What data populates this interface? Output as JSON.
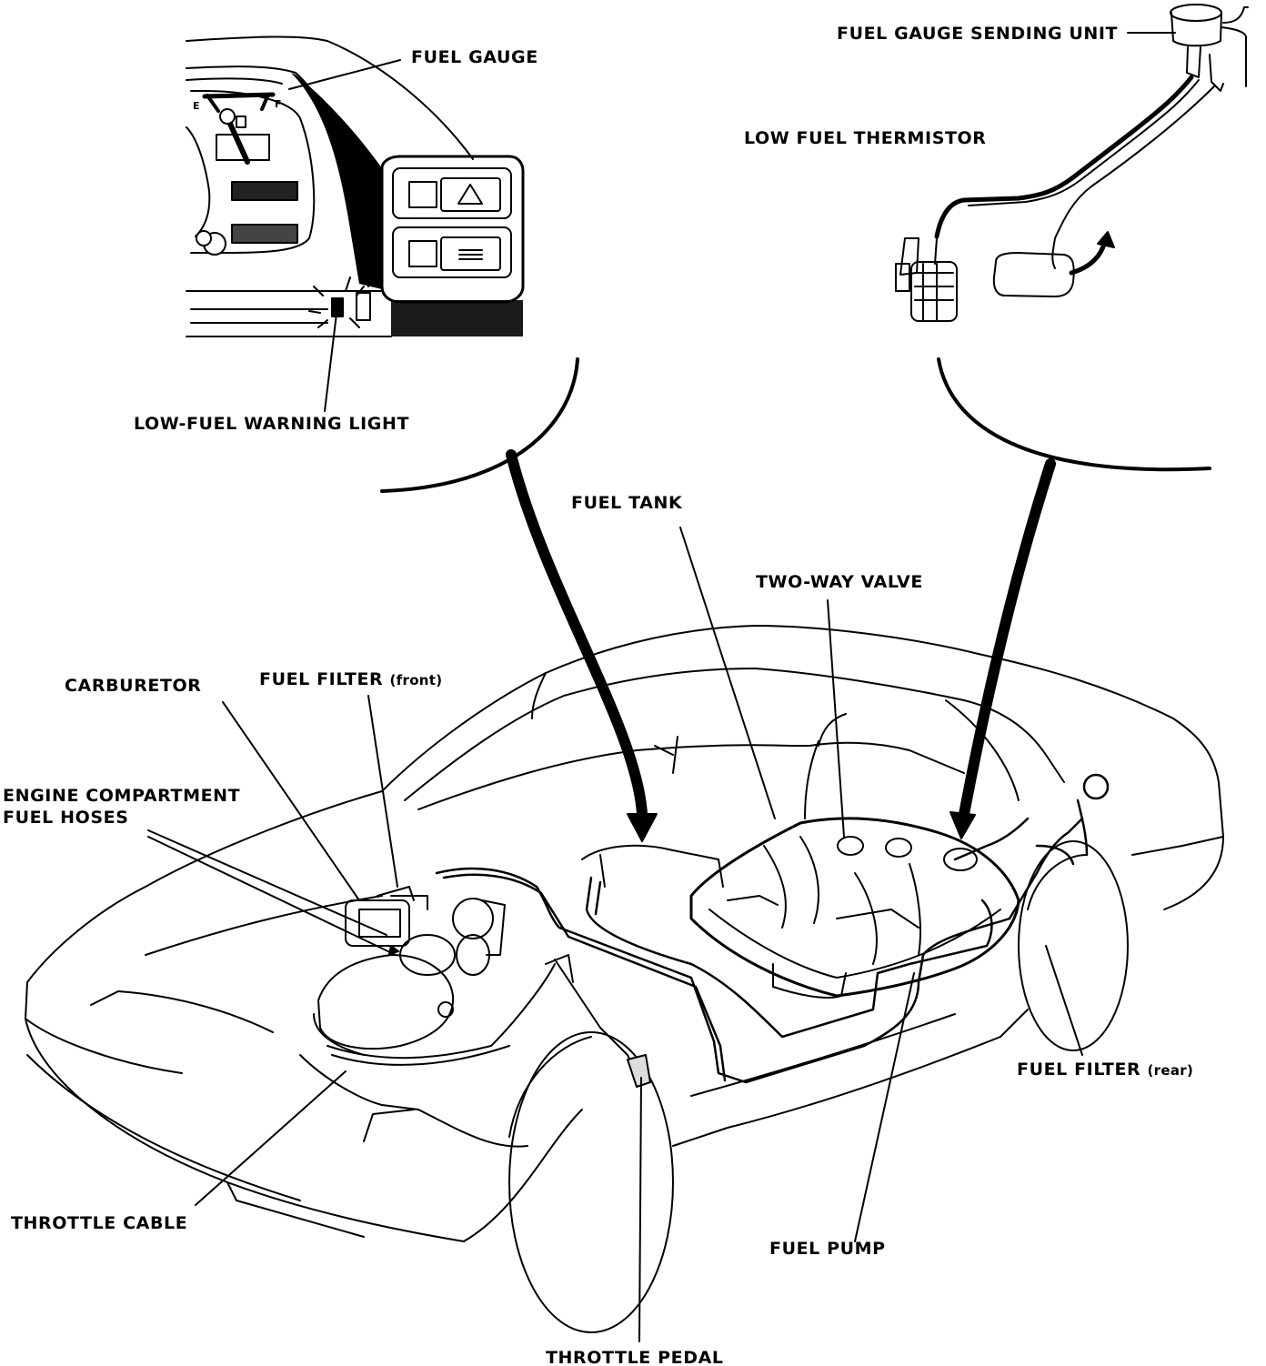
{
  "labels": {
    "fuel_gauge": "FUEL GAUGE",
    "low_fuel_warning_light": "LOW-FUEL WARNING LIGHT",
    "fuel_gauge_sending_unit": "FUEL GAUGE SENDING UNIT",
    "low_fuel_thermistor": "LOW FUEL THERMISTOR",
    "fuel_tank": "FUEL TANK",
    "two_way_valve": "TWO-WAY VALVE",
    "carburetor": "CARBURETOR",
    "fuel_filter_front": "FUEL FILTER",
    "fuel_filter_front_note": "(front)",
    "engine_compartment_line1": "ENGINE COMPARTMENT",
    "engine_compartment_line2": "FUEL HOSES",
    "fuel_filter_rear": "FUEL FILTER",
    "fuel_filter_rear_note": "(rear)",
    "throttle_cable": "THROTTLE CABLE",
    "fuel_pump": "FUEL PUMP",
    "throttle_pedal": "THROTTLE PEDAL"
  },
  "gauge_marks": {
    "empty": "E",
    "full": "F"
  },
  "icons": [
    "hazard-icon",
    "rear-defrost-icon",
    "fuel-pump-icon"
  ],
  "colors": {
    "ink": "#000000",
    "paper": "#ffffff"
  }
}
